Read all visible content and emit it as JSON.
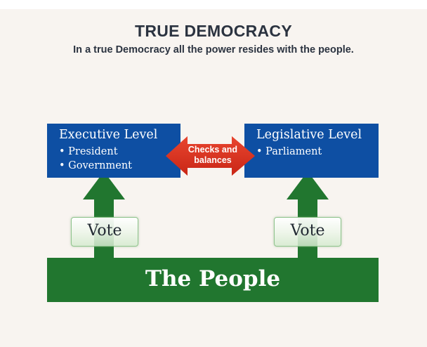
{
  "header": {
    "title": "TRUE DEMOCRACY",
    "subtitle": "In a true Democracy all the power resides with the people."
  },
  "executive": {
    "heading": "Executive Level",
    "bullets": [
      "• President",
      "• Government"
    ]
  },
  "legislative": {
    "heading": "Legislative Level",
    "bullets": [
      "• Parliament"
    ]
  },
  "checks": {
    "line1": "Checks and",
    "line2": "balances"
  },
  "vote": {
    "left_label": "Vote",
    "right_label": "Vote"
  },
  "people": {
    "label": "The People"
  },
  "colors": {
    "background": "#f8f4f0",
    "box_blue": "#0e4fa3",
    "arrow_red": "#e03222",
    "people_green": "#21762f",
    "arrow_green": "#21762f",
    "title_text": "#2b3340"
  }
}
